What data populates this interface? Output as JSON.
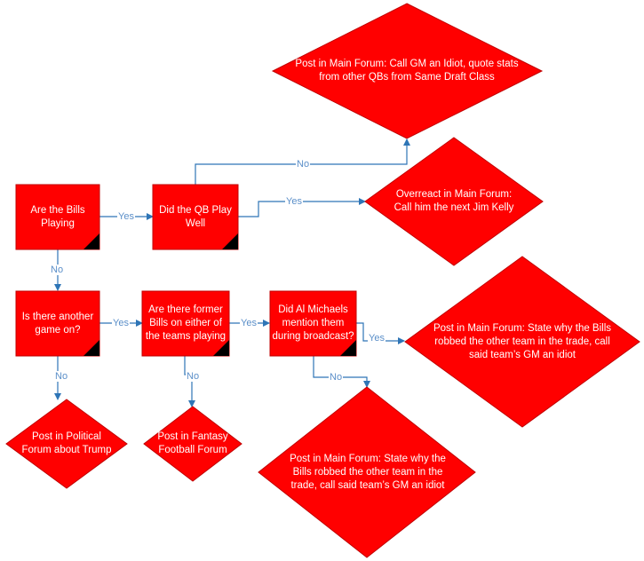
{
  "colors": {
    "fill": "#ff0000",
    "border": "#c00000",
    "connector": "#2e75b6",
    "label": "#5b8fc9",
    "corner": "#000000"
  },
  "nodes": {
    "bills_playing": "Are the Bills Playing",
    "qb_play_well": "Did the QB Play Well",
    "call_gm_idiot": "Post in Main Forum: Call GM an Idiot, quote stats from other QBs from Same Draft Class",
    "overreact": "Overreact in Main Forum: Call him the next Jim Kelly",
    "another_game": "Is there another game on?",
    "former_bills": "Are there former Bills on either of the teams playing",
    "al_michaels": "Did Al Michaels mention them during broadcast?",
    "robbed_right": "Post in Main Forum: State why the Bills robbed the other team in the trade, call said team’s GM an idiot",
    "political_forum": "Post in Political Forum about Trump",
    "fantasy_forum": "Post in Fantasy Football Forum",
    "robbed_bottom": "Post in Main Forum: State why the Bills robbed the other team in the trade, call said team’s GM an idiot"
  },
  "edge_labels": {
    "bills_yes": "Yes",
    "bills_no": "No",
    "qb_no": "No",
    "qb_yes": "Yes",
    "game_yes": "Yes",
    "game_no": "No",
    "former_yes": "Yes",
    "former_no": "No",
    "al_yes": "Yes",
    "al_no": "No"
  }
}
